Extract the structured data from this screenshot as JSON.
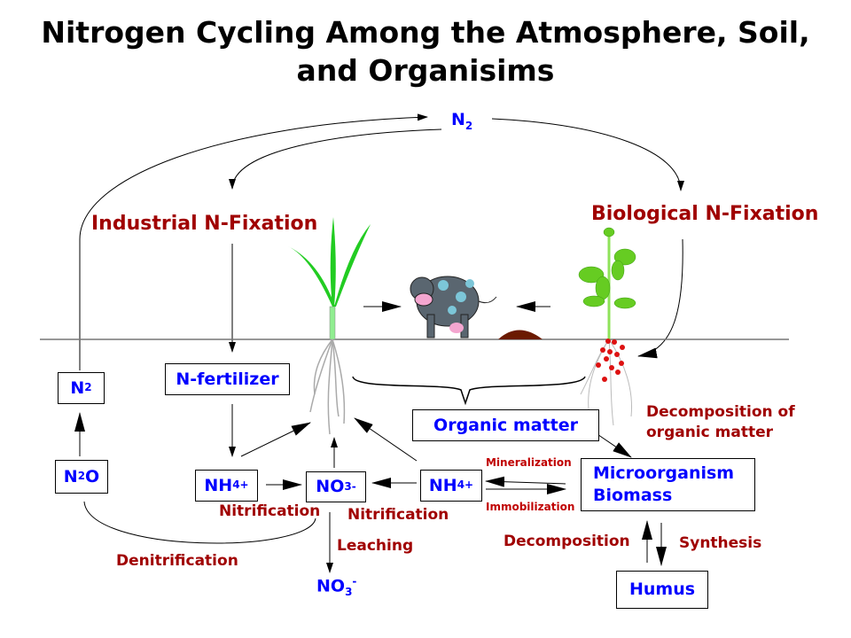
{
  "title": {
    "line1": "Nitrogen Cycling Among the Atmosphere, Soil,",
    "line2": "and Organisims"
  },
  "nodes": {
    "n2_top": {
      "base": "N",
      "sub": "2"
    },
    "n2_box": {
      "base": "N",
      "sub": "2"
    },
    "n2o_box": {
      "pre": "N",
      "sub": "2",
      "post": "O"
    },
    "n_fertilizer": "N-fertilizer",
    "nh4_left": {
      "base": "NH",
      "sub": "4",
      "sup": "+"
    },
    "no3_mid": {
      "base": "NO",
      "sub": "3",
      "sup": "-"
    },
    "nh4_right": {
      "base": "NH",
      "sub": "4",
      "sup": "+"
    },
    "no3_bottom": {
      "base": "NO",
      "sub": "3",
      "sup": "-"
    },
    "organic_matter": "Organic matter",
    "biomass": {
      "line1": "Microorganism",
      "line2": "Biomass"
    },
    "humus": "Humus"
  },
  "labels": {
    "industrial": "Industrial N-Fixation",
    "biological": "Biological N-Fixation",
    "nitrification_left": "Nitrification",
    "nitrification_right": "Nitrification",
    "leaching": "Leaching",
    "denitrification": "Denitrification",
    "decomp_om_1": "Decomposition of",
    "decomp_om_2": "organic matter",
    "mineralization": "Mineralization",
    "immobilization": "Immobilization",
    "decomposition": "Decomposition",
    "synthesis": "Synthesis"
  },
  "colors": {
    "node": "#0000ff",
    "process": "#a00000",
    "ground": "#777777"
  }
}
